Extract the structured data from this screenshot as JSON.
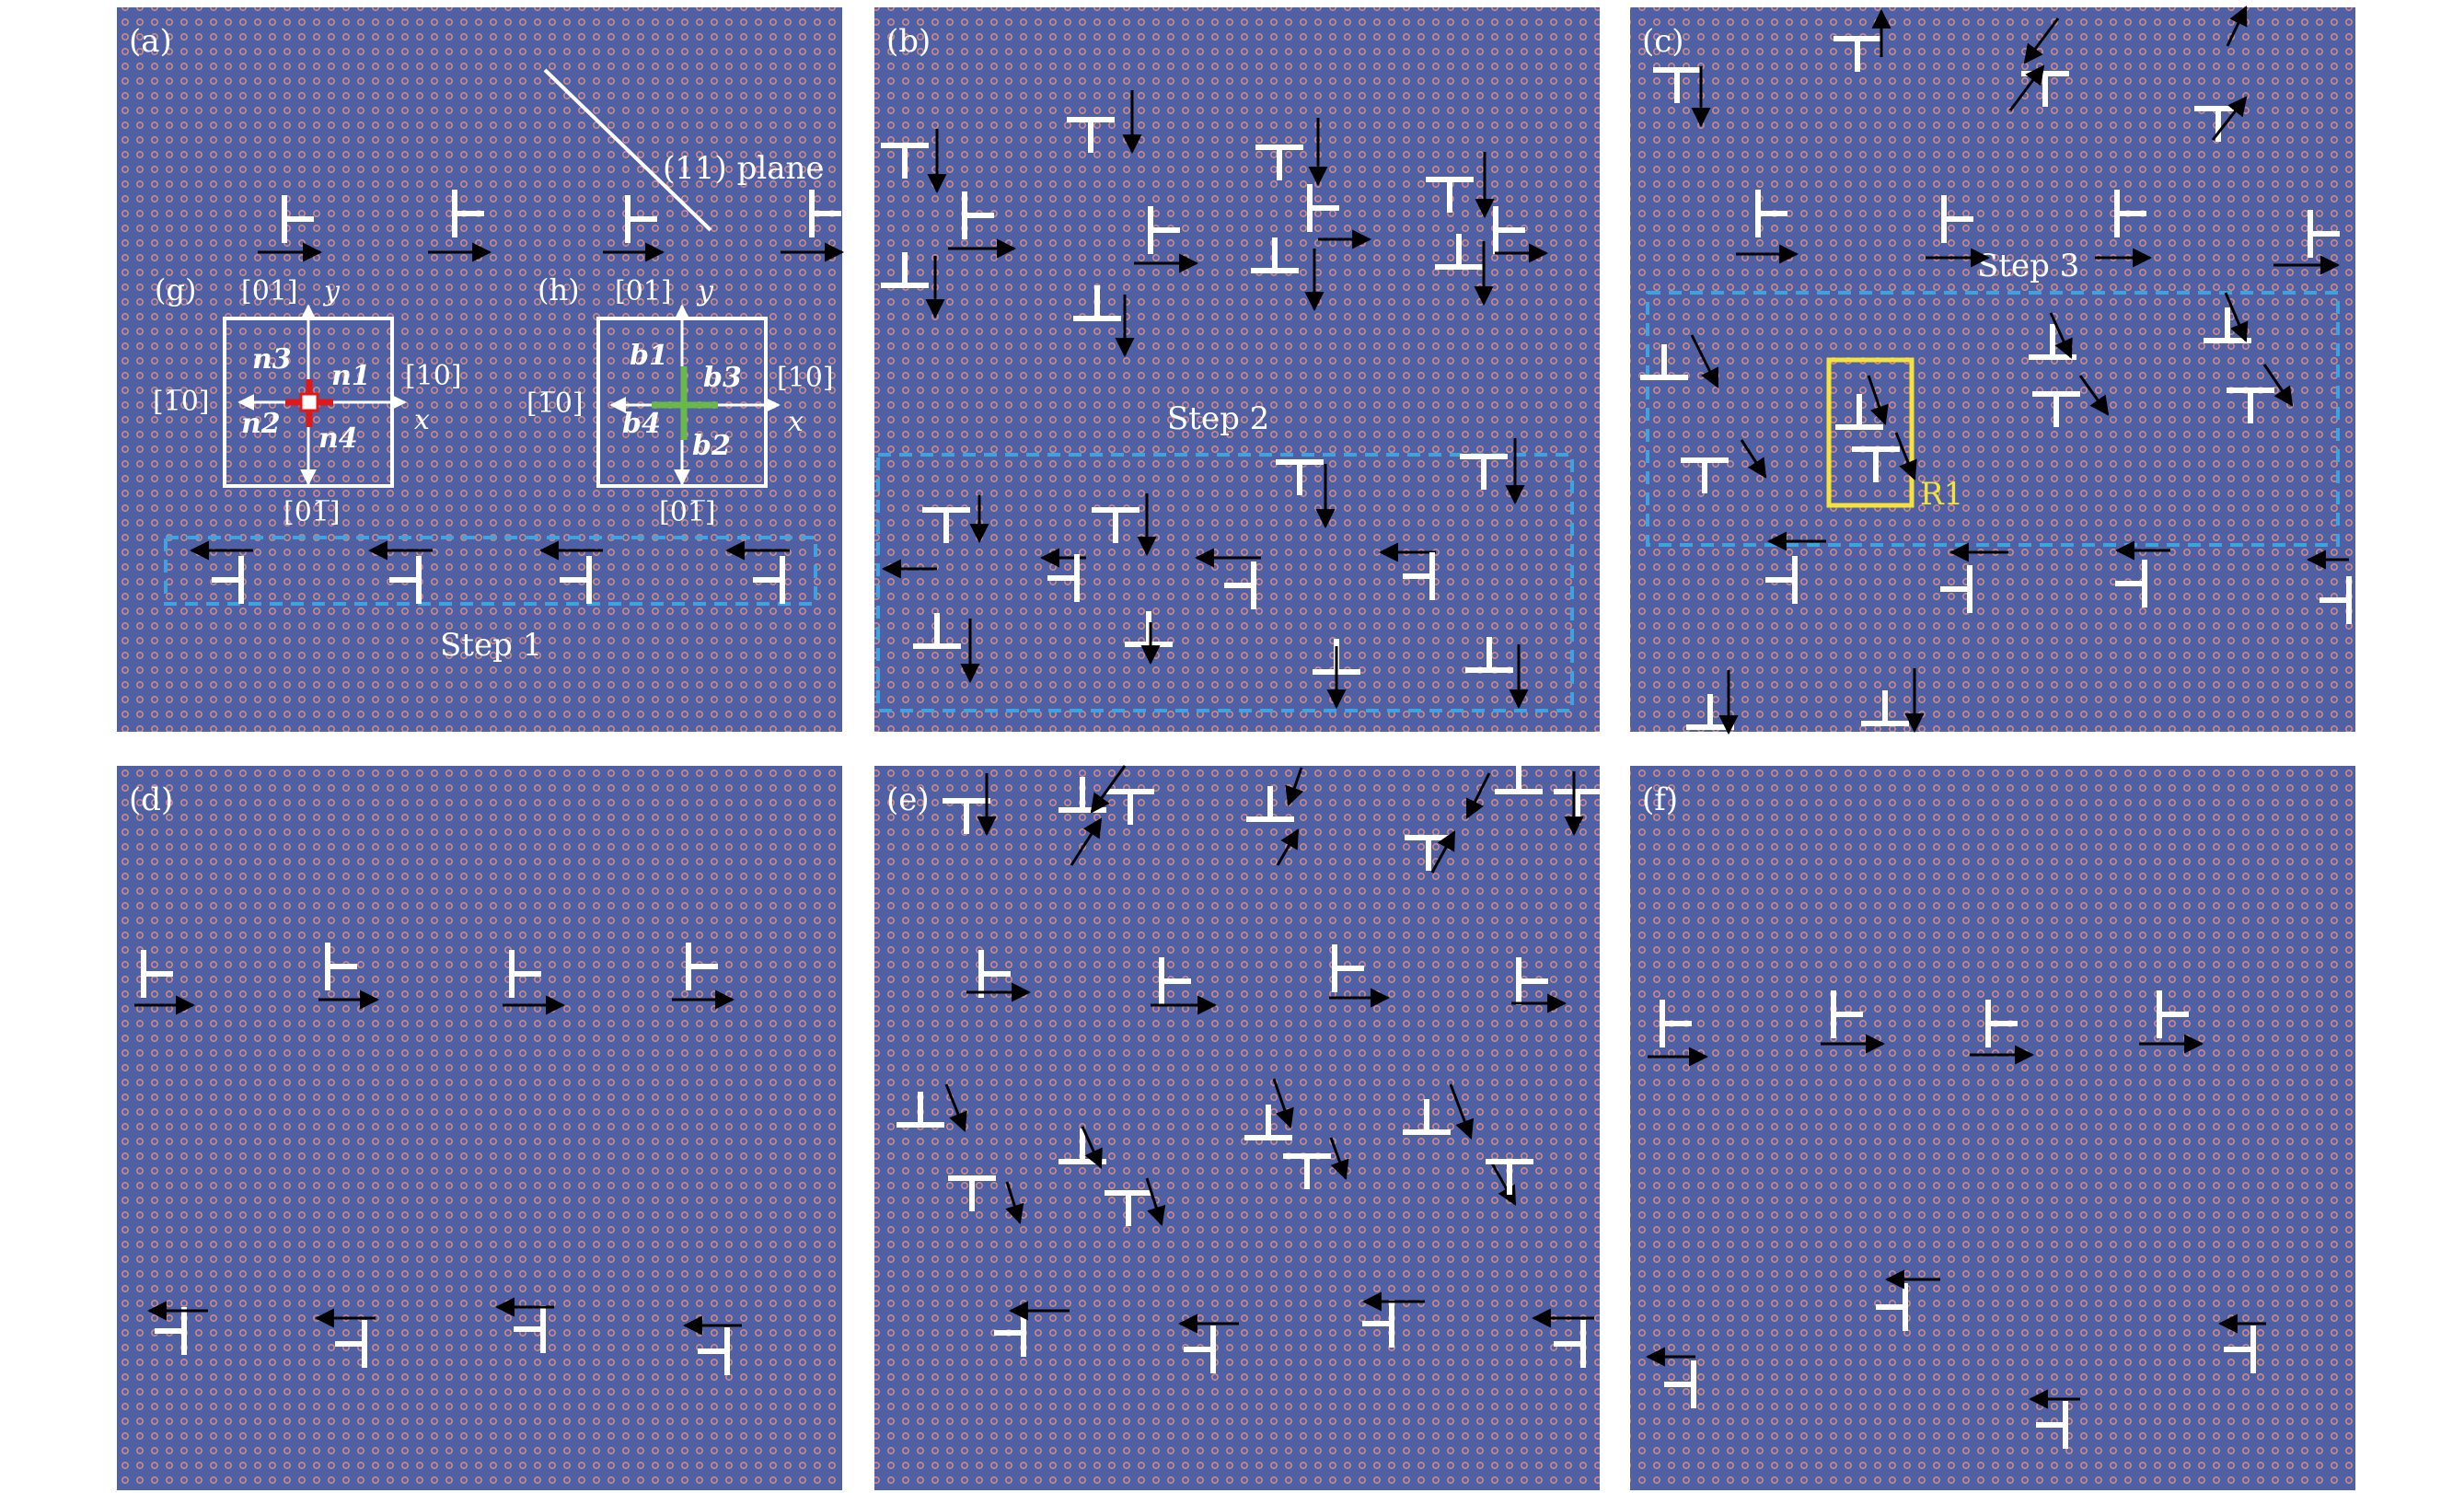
{
  "colors": {
    "lattice_background": "#5060a4",
    "atom": "#c98a8a",
    "dislocation_symbol": "#ffffff",
    "arrow": "#000000",
    "step_box": "#3fa3e0",
    "r1_box": "#f5e23a",
    "inset_red": "#e01818",
    "inset_green": "#6ab84a"
  },
  "panels": {
    "a": {
      "label": "(a)"
    },
    "b": {
      "label": "(b)"
    },
    "c": {
      "label": "(c)"
    },
    "d": {
      "label": "(d)"
    },
    "e": {
      "label": "(e)"
    },
    "f": {
      "label": "(f)"
    }
  },
  "annotations": {
    "plane_label": "(11) plane",
    "step1": "Step 1",
    "step2": "Step 2",
    "step3": "Step 3",
    "r1": "R1"
  },
  "inset_g": {
    "label": "(g)",
    "top": "[01]",
    "y": "y",
    "left": "[1̅0]",
    "right": "[10]",
    "x": "x",
    "bottom": "[01̅]",
    "n1": "n1",
    "n2": "n2",
    "n3": "n3",
    "n4": "n4"
  },
  "inset_h": {
    "label": "(h)",
    "top": "[01]",
    "y": "y",
    "left": "[1̅0]",
    "right": "[10]",
    "x": "x",
    "bottom": "[01̅]",
    "b1": "b1",
    "b2": "b2",
    "b3": "b3",
    "b4": "b4"
  }
}
